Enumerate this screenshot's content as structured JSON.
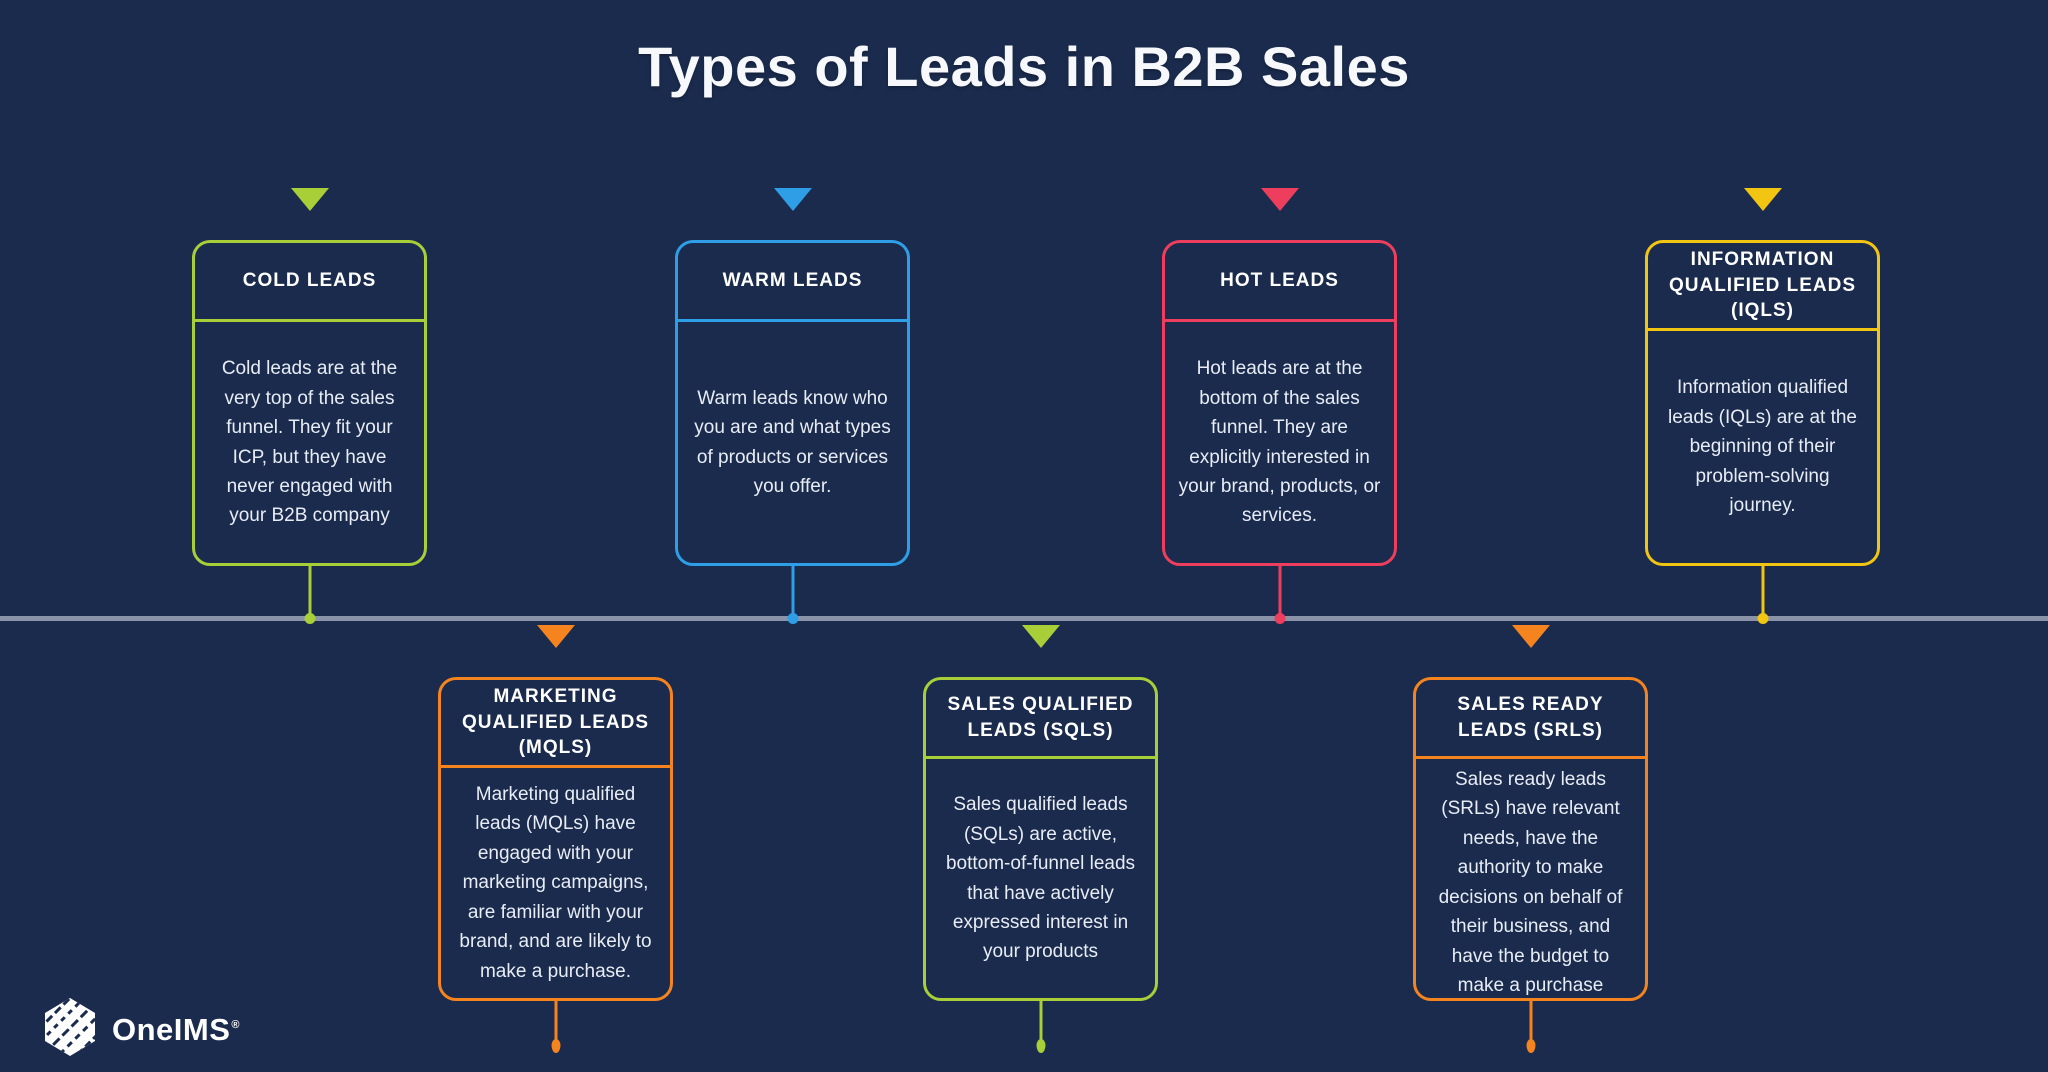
{
  "title": "Types of Leads in B2B Sales",
  "background": "#1A2B4D",
  "timeline": {
    "color": "#8A93A8"
  },
  "logo": {
    "name": "OneIMS",
    "registered_mark": "®",
    "icon": "hexagon-globe-icon"
  },
  "cards": [
    {
      "id": "cold-leads",
      "row": "top",
      "color": "#A8CE38",
      "title": "COLD LEADS",
      "body": "Cold leads are at the very top of the sales funnel. They fit your ICP, but they have never engaged with your B2B company"
    },
    {
      "id": "warm-leads",
      "row": "top",
      "color": "#2E9EE7",
      "title": "WARM LEADS",
      "body": "Warm leads know who you are and what types of products or services you offer."
    },
    {
      "id": "hot-leads",
      "row": "top",
      "color": "#EE3E5D",
      "title": "HOT LEADS",
      "body": "Hot leads are at the bottom of the sales funnel. They are explicitly interested in your brand, products, or services."
    },
    {
      "id": "information-qualified-leads",
      "row": "top",
      "color": "#F2C512",
      "title": "INFORMATION QUALIFIED LEADS (IQLS)",
      "body": "Information qualified leads (IQLs) are at the beginning of their problem-solving journey."
    },
    {
      "id": "marketing-qualified-leads",
      "row": "bottom",
      "color": "#F5841E",
      "title": "MARKETING QUALIFIED LEADS (MQLS)",
      "body": "Marketing qualified leads (MQLs) have engaged with your marketing campaigns, are familiar with your brand, and are likely to make a purchase."
    },
    {
      "id": "sales-qualified-leads",
      "row": "bottom",
      "color": "#A8CE38",
      "title": "SALES QUALIFIED LEADS (SQLS)",
      "body": "Sales qualified leads (SQLs) are active, bottom-of-funnel leads that have actively expressed interest in your products"
    },
    {
      "id": "sales-ready-leads",
      "row": "bottom",
      "color": "#F5841E",
      "title": "SALES READY LEADS (SRLS)",
      "body": "Sales ready leads (SRLs) have relevant needs, have the authority to make decisions on behalf of their business, and have the budget to make a purchase"
    }
  ]
}
